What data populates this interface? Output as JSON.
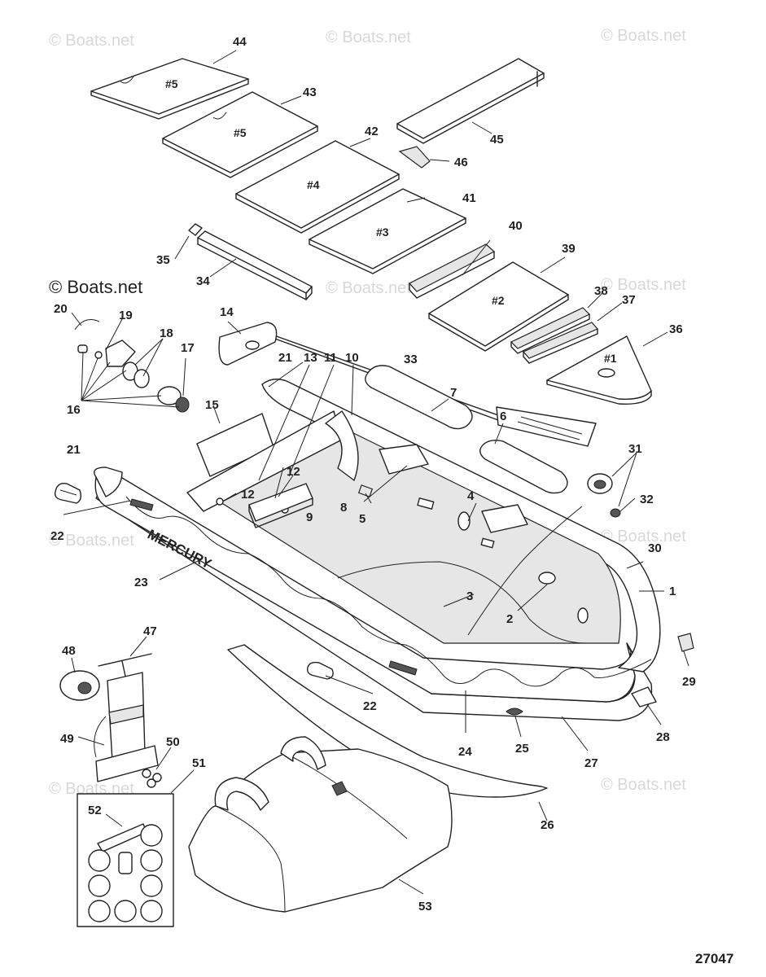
{
  "watermark": "© Boats.net",
  "credit": "© Boats.net",
  "figure_number": "27047",
  "brand_text": "MERCURY",
  "panel_labels": {
    "p44": "#5",
    "p43": "#5",
    "p42": "#4",
    "p41": "#3",
    "p39": "#2",
    "p36": "#1"
  },
  "callouts": {
    "c1": "1",
    "c2": "2",
    "c3": "3",
    "c4": "4",
    "c5": "5",
    "c6": "6",
    "c7": "7",
    "c8": "8",
    "c9": "9",
    "c10": "10",
    "c11": "11",
    "c12a": "12",
    "c12b": "12",
    "c13": "13",
    "c14": "14",
    "c15": "15",
    "c16": "16",
    "c17": "17",
    "c18": "18",
    "c19": "19",
    "c20": "20",
    "c21a": "21",
    "c21b": "21",
    "c22a": "22",
    "c22b": "22",
    "c23": "23",
    "c24": "24",
    "c25": "25",
    "c26": "26",
    "c27": "27",
    "c28": "28",
    "c29": "29",
    "c30": "30",
    "c31": "31",
    "c32": "32",
    "c33": "33",
    "c34": "34",
    "c35": "35",
    "c36": "36",
    "c37": "37",
    "c38": "38",
    "c39": "39",
    "c40": "40",
    "c41": "41",
    "c42": "42",
    "c43": "43",
    "c44": "44",
    "c45": "45",
    "c46": "46",
    "c47": "47",
    "c48": "48",
    "c49": "49",
    "c50": "50",
    "c51": "51",
    "c52": "52",
    "c53": "53"
  }
}
